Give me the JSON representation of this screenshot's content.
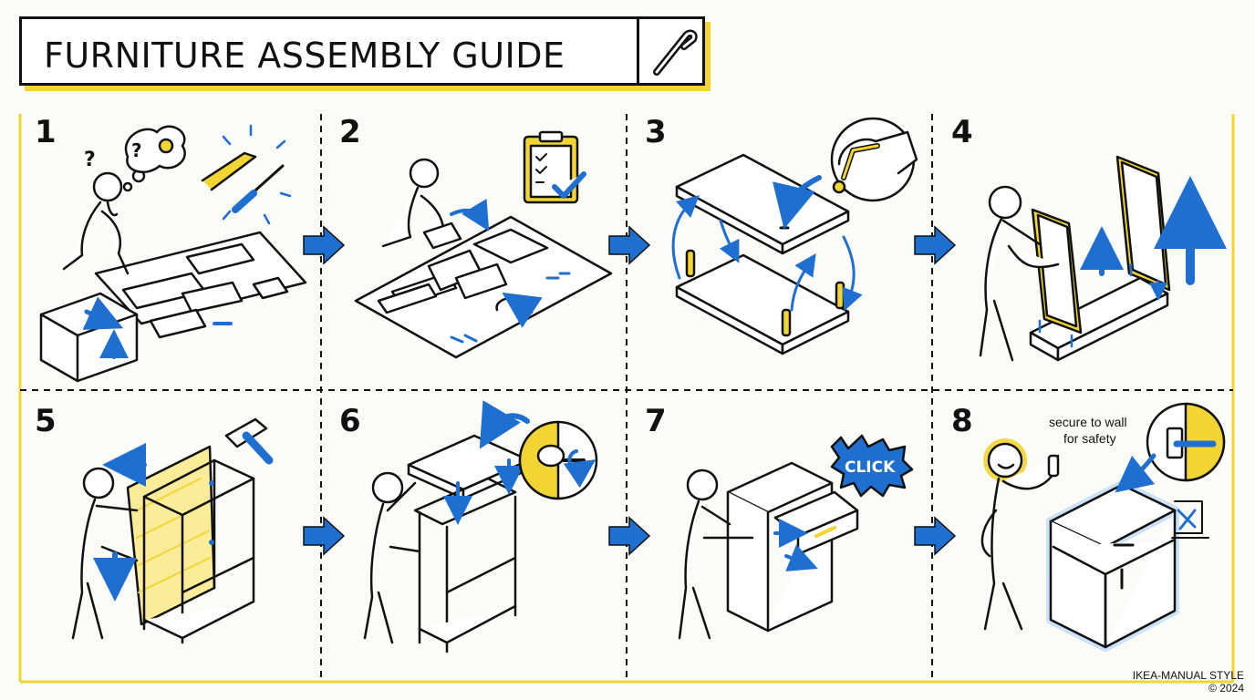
{
  "header": {
    "title": "FURNITURE ASSEMBLY GUIDE",
    "icon": "allen-key-icon"
  },
  "steps": [
    {
      "number": "1"
    },
    {
      "number": "2"
    },
    {
      "number": "3"
    },
    {
      "number": "4"
    },
    {
      "number": "5"
    },
    {
      "number": "6"
    },
    {
      "number": "7"
    },
    {
      "number": "8"
    }
  ],
  "callouts": {
    "click": "CLICK",
    "wall_note_line1": "secure to wall",
    "wall_note_line2": "for safety"
  },
  "footer": {
    "style": "IKEA-MANUAL STYLE",
    "copyright": "© 2024"
  },
  "colors": {
    "accent_blue": "#1f6fd1",
    "accent_yellow": "#f2d533",
    "ink": "#111111"
  }
}
